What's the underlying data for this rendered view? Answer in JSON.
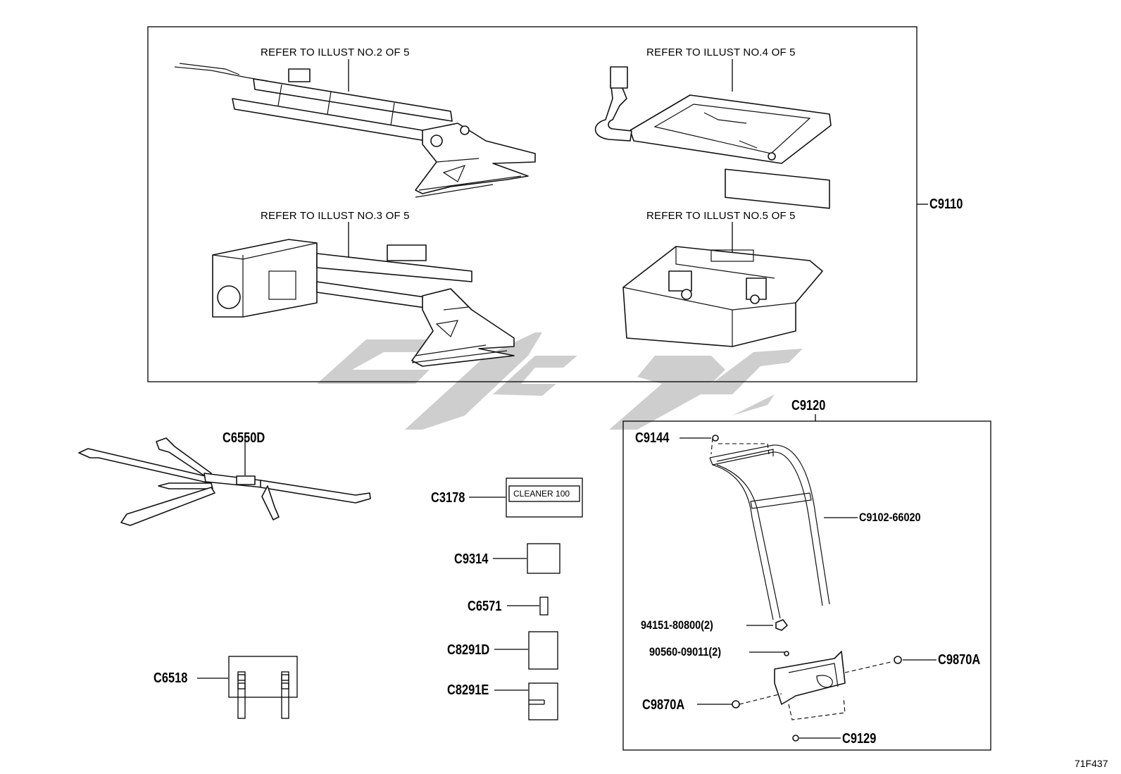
{
  "group_label": "C9110",
  "illust_refs": [
    "REFER TO ILLUST NO.2 OF 5",
    "REFER TO ILLUST NO.4 OF 5",
    "REFER TO ILLUST NO.3 OF 5",
    "REFER TO ILLUST NO.5 OF 5"
  ],
  "parts": {
    "c6550d": "C6550D",
    "c3178": "C3178",
    "cleaner_label": "CLEANER 100",
    "c9314": "C9314",
    "c6571": "C6571",
    "c8291d": "C8291D",
    "c8291e": "C8291E",
    "c6518": "C6518"
  },
  "subassembly": {
    "title": "C9120",
    "c9144": "C9144",
    "c9102": "C9102-66020",
    "p94151": "94151-80800(2)",
    "p90560": "90560-09011(2)",
    "c9870a_right": "C9870A",
    "c9870a_left": "C9870A",
    "c9129": "C9129"
  },
  "diagram_id": "71F437",
  "colors": {
    "line": "#000000",
    "watermark": "#c9c9c9"
  }
}
